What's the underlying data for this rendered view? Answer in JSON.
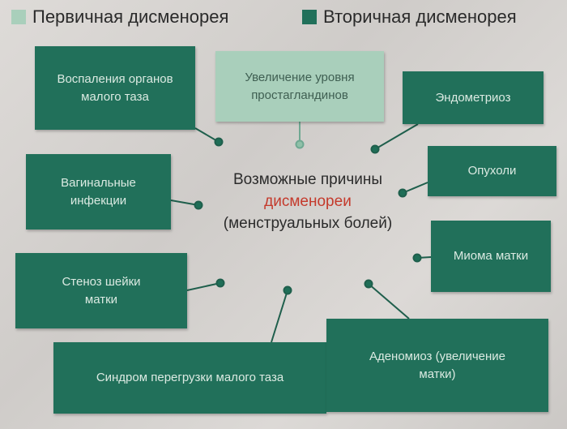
{
  "legend": {
    "primary": "Первичная дисменорея",
    "secondary": "Вторичная дисменорея"
  },
  "colors": {
    "primary": "#a9cfbb",
    "secondary": "#21705a",
    "highlight": "#c43a2c"
  },
  "center": {
    "line1": "Возможные причины",
    "line2": "дисменореи",
    "line3": "(менструальных болей)"
  },
  "causes": [
    {
      "label": "Воспаления органов малого таза",
      "type": "secondary"
    },
    {
      "label": "Увеличение уровня простагландинов",
      "type": "primary"
    },
    {
      "label": "Эндометриоз",
      "type": "secondary"
    },
    {
      "label": "Вагинальные инфекции",
      "type": "secondary"
    },
    {
      "label": "Опухоли",
      "type": "secondary"
    },
    {
      "label": "Миома матки",
      "type": "secondary"
    },
    {
      "label": "Стеноз шейки матки",
      "type": "secondary"
    },
    {
      "label": "Синдром перегрузки малого таза",
      "type": "secondary"
    },
    {
      "label": "Аденомиоз (увеличение матки)",
      "type": "secondary"
    }
  ]
}
